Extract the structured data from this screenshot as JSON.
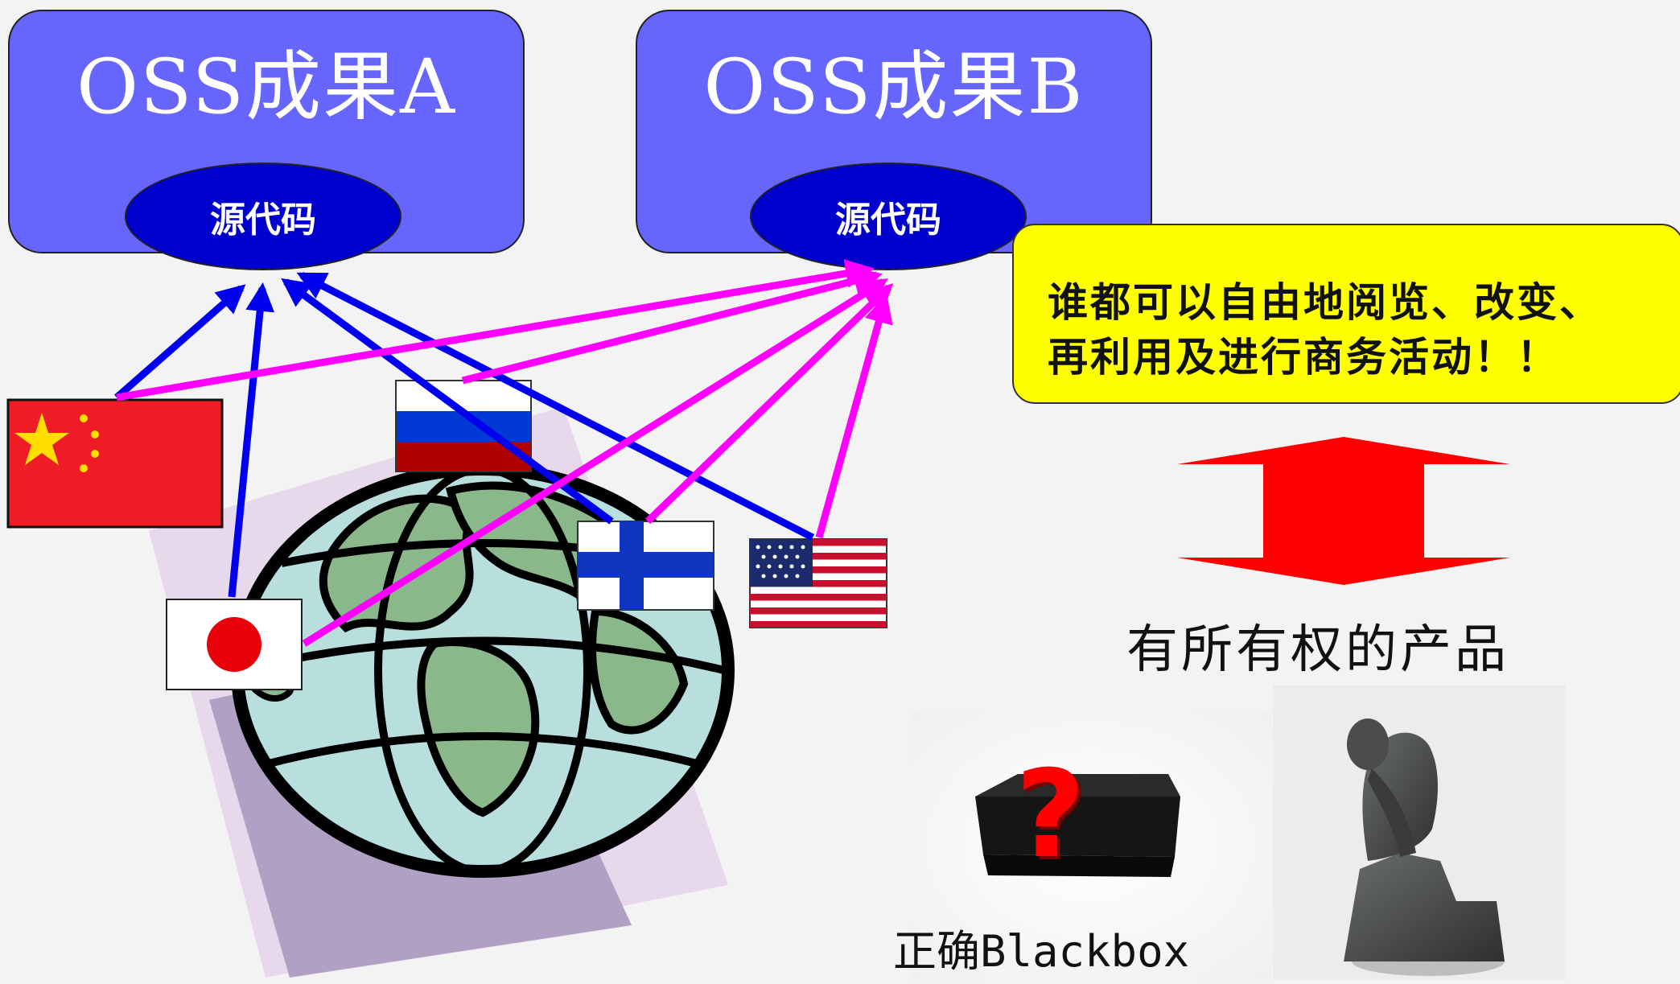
{
  "oss_a": {
    "title": "OSS成果A",
    "source_label": "源代码"
  },
  "oss_b": {
    "title": "OSS成果B",
    "source_label": "源代码"
  },
  "freedom_note": {
    "line1": "谁都可以自由地阅览、改变、",
    "line2": "再利用及进行商务活动！！"
  },
  "proprietary_label": "有所有权的产品",
  "blackbox_label": "正确Blackbox",
  "blackbox_symbol": "?",
  "flags": [
    {
      "name": "china-flag-icon"
    },
    {
      "name": "russia-flag-icon"
    },
    {
      "name": "finland-flag-icon"
    },
    {
      "name": "usa-flag-icon"
    },
    {
      "name": "japan-flag-icon"
    }
  ],
  "colors": {
    "oss_box": "#6666ff",
    "source_ellipse": "#0000cc",
    "arrow_to_a": "#0000ee",
    "arrow_to_b": "#ff00ff",
    "note_bg": "#ffff00",
    "double_arrow": "#ff0000"
  }
}
